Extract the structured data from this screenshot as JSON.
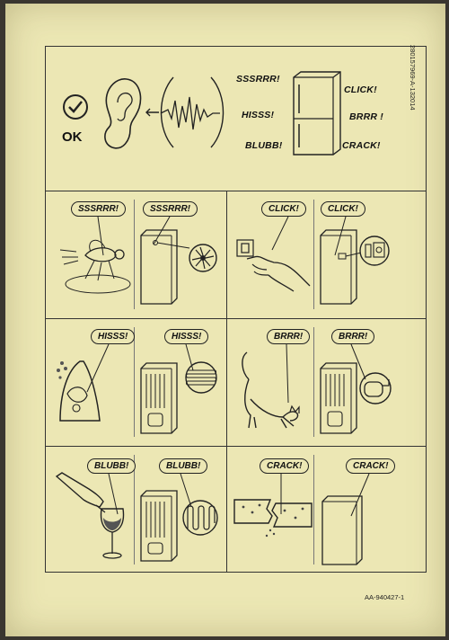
{
  "intro": {
    "ok_label": "OK",
    "sounds": [
      "SSSRRR!",
      "HISSS!",
      "BLUBB!",
      "CLICK!",
      "BRRR !",
      "CRACK!"
    ]
  },
  "panels": [
    {
      "label_left": "SSSRRR!",
      "label_right": "SSSRRR!"
    },
    {
      "label_left": "CLICK!",
      "label_right": "CLICK!"
    },
    {
      "label_left": "HISSS!",
      "label_right": "HISSS!"
    },
    {
      "label_left": "BRRR!",
      "label_right": "BRRR!"
    },
    {
      "label_left": "BLUBB!",
      "label_right": "BLUBB!"
    },
    {
      "label_left": "CRACK!",
      "label_right": "CRACK!"
    }
  ],
  "doc_code": "280157969-A-132014",
  "part_number": "AA-940427-1",
  "colors": {
    "paper": "#ece7b4",
    "ink": "#222222",
    "background": "#3a3630"
  },
  "icons": [
    "checkmark-icon",
    "ear-icon",
    "sound-wave-icon",
    "refrigerator-icon",
    "fly-icon",
    "fan-icon",
    "wall-switch-icon",
    "hand-icon",
    "steam-iron-icon",
    "cat-icon",
    "compressor-icon",
    "wine-bottle-icon",
    "wine-glass-icon",
    "coolant-coil-icon",
    "cracker-icon"
  ]
}
